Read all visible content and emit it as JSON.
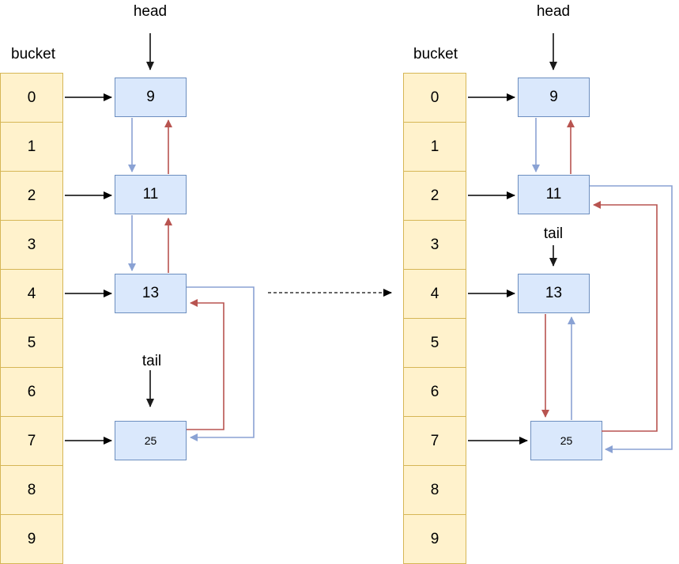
{
  "colors": {
    "bucket_fill": "#FFF2CC",
    "bucket_border": "#D6B656",
    "node_fill": "#DAE8FC",
    "node_border": "#6C8EBF",
    "next_pointer_blue": "#8AA2D4",
    "prev_pointer_red": "#B85450",
    "bucket_arrow_black": "#000000",
    "head_tail_arrow": "#404040",
    "transition_dashed": "#666666"
  },
  "left_diagram": {
    "head_label": "head",
    "bucket_label": "bucket",
    "tail_label": "tail",
    "buckets": [
      "0",
      "1",
      "2",
      "3",
      "4",
      "5",
      "6",
      "7",
      "8",
      "9"
    ],
    "nodes": [
      {
        "value": "9"
      },
      {
        "value": "11"
      },
      {
        "value": "13"
      },
      {
        "value": "25"
      }
    ],
    "bucket_links": [
      "0→9",
      "2→11",
      "4→13",
      "7→25"
    ],
    "next_edges": [
      "9→11",
      "11→13",
      "13→25"
    ],
    "prev_edges": [
      "11→9",
      "13→11",
      "25→13"
    ],
    "head_points_to": "9",
    "tail_points_to": "25"
  },
  "right_diagram": {
    "head_label": "head",
    "bucket_label": "bucket",
    "tail_label": "tail",
    "buckets": [
      "0",
      "1",
      "2",
      "3",
      "4",
      "5",
      "6",
      "7",
      "8",
      "9"
    ],
    "nodes": [
      {
        "value": "9"
      },
      {
        "value": "11"
      },
      {
        "value": "13"
      },
      {
        "value": "25"
      }
    ],
    "bucket_links": [
      "0→9",
      "2→11",
      "4→13",
      "7→25"
    ],
    "next_edges": [
      "9→11",
      "11→25",
      "25→13"
    ],
    "prev_edges": [
      "11→9",
      "13→25",
      "25→11"
    ],
    "head_points_to": "9",
    "tail_points_to": "13"
  },
  "transition": {
    "from": "left_diagram",
    "to": "right_diagram",
    "style": "dashed-arrow"
  }
}
